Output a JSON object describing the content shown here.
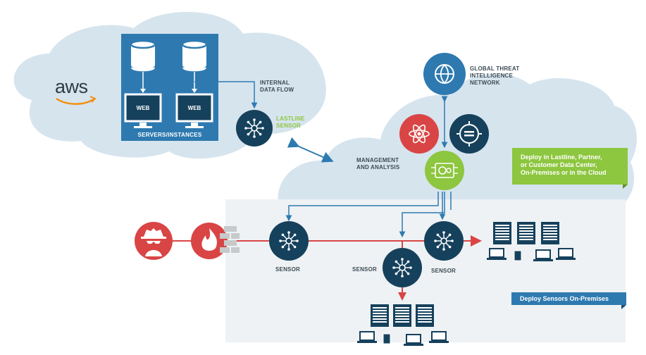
{
  "aws": {
    "logo_text": "aws"
  },
  "servers": {
    "title": "SERVERS/INSTANCES",
    "db_label_1": "DB",
    "db_label_2": "DB",
    "web_label_1": "WEB",
    "web_label_2": "WEB"
  },
  "labels": {
    "internal_flow_1": "INTERNAL",
    "internal_flow_2": "DATA FLOW",
    "lastline_sensor_1": "LASTLINE",
    "lastline_sensor_2": "SENSOR",
    "global_threat_1": "GLOBAL THREAT",
    "global_threat_2": "INTELLIGENCE",
    "global_threat_3": "NETWORK",
    "management_1": "MANAGEMENT",
    "management_2": "AND ANALYSIS",
    "sensor_left": "SENSOR",
    "sensor_middle": "SENSOR",
    "sensor_right": "SENSOR"
  },
  "tags": {
    "cloud_deploy_1": "Deploy in Lastline, Partner,",
    "cloud_deploy_2": "or Customer Data Center,",
    "cloud_deploy_3": "On-Premises or in the Cloud",
    "sensors_deploy": "Deploy Sensors On-Premises"
  },
  "colors": {
    "cloud": "#d6e4ee",
    "onprem": "#eef2f4",
    "dark_navy": "#16415c",
    "medium_blue": "#2e7ab0",
    "red": "#d94545",
    "green": "#8dc63f",
    "firewall_gray": "#c7c9cb"
  },
  "icons": [
    "aws-logo-icon",
    "database-icon",
    "monitor-icon",
    "hub-icon",
    "globe-icon",
    "atom-icon",
    "compass-icon",
    "gear-icon",
    "spy-icon",
    "fire-icon",
    "firewall-icon",
    "server-rack-icon",
    "laptop-icon"
  ]
}
